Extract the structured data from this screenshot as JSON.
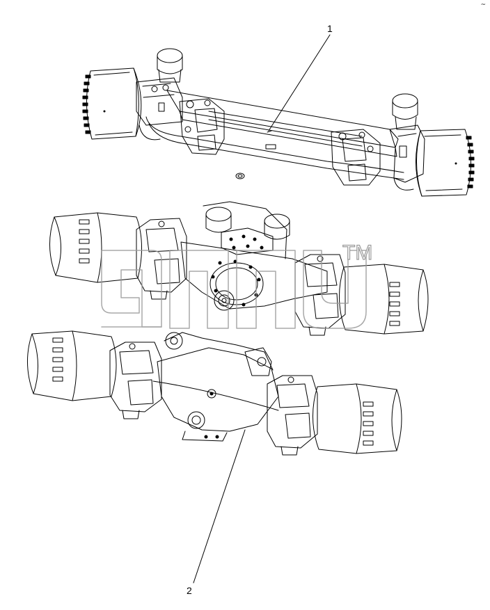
{
  "diagram": {
    "callouts": [
      {
        "id": "callout-1",
        "label": "1"
      },
      {
        "id": "callout-2",
        "label": "2"
      }
    ],
    "corner_mark": "~",
    "watermark": {
      "trademark": "TM"
    },
    "colors": {
      "line": "#000000",
      "background": "#ffffff",
      "watermark_outline": "#9a9a9a"
    }
  }
}
